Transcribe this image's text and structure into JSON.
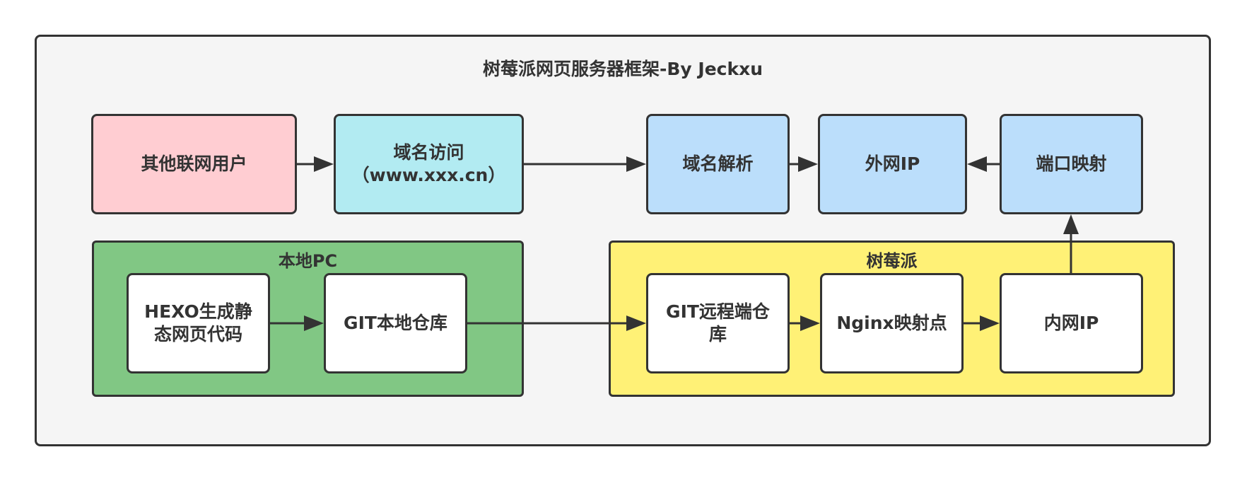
{
  "title": "树莓派网页服务器框架-By Jeckxu",
  "colors": {
    "border": "#333333",
    "frame_fill": "#f5f5f5",
    "pink": "#ffcdd2",
    "cyan": "#b2ebf2",
    "blue": "#bbdefb",
    "green": "#81c784",
    "yellow": "#fff176",
    "white": "#ffffff"
  },
  "nodes": {
    "users": "其他联网用户",
    "domain_access": {
      "line1": "域名访问",
      "line2": "（www.xxx.cn）"
    },
    "dns": "域名解析",
    "public_ip": "外网IP",
    "port_map": "端口映射",
    "hexo": {
      "line1": "HEXO生成静",
      "line2": "态网页代码"
    },
    "git_local": "GIT本地仓库",
    "git_remote": {
      "line1": "GIT远程端仓",
      "line2": "库"
    },
    "nginx": "Nginx映射点",
    "lan_ip": "内网IP"
  },
  "groups": {
    "local_pc": "本地PC",
    "raspberry": "树莓派"
  }
}
